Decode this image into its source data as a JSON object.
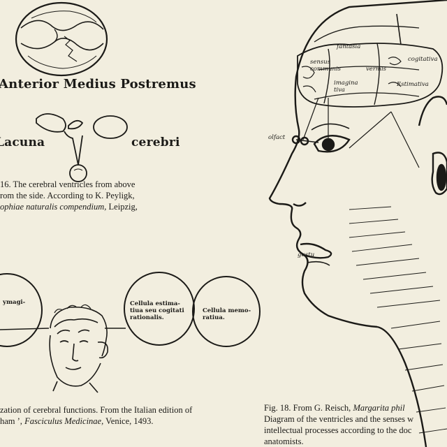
{
  "fig16": {
    "top_label": "Anterior Medius Postremus",
    "left_label": "Lacuna",
    "right_label": "cerebri",
    "caption": {
      "line1": "16.  The cerebral ventricles from above",
      "line2": "rom the side.  According to K. Peyligk,",
      "line3_italic": "ophiae  naturalis  compendium,",
      "line3_rest": " Leipzig,"
    }
  },
  "fig17": {
    "cells": {
      "left": "ymagi-",
      "middle": "Cellula estima-\ntiua seu cogitati\nrationalis.",
      "right": "Cellula memo-\nratiua."
    },
    "caption": {
      "line1": "zation of cerebral functions.  From the Italian edition of",
      "line2_pre": "ham ’, ",
      "line2_italic": "Fasciculus Medicinae,",
      "line2_rest": " Venice, 1493."
    }
  },
  "fig18": {
    "labels": {
      "fantasia": "fantasia",
      "cogitativa": "cogitativa",
      "sensus_communis": "sensus\ncommunis",
      "vermis": "vermis",
      "imaginativa": "imagina\ntiva",
      "estimativa": "Estimativa",
      "olfactus": "olfact",
      "gustus": "gustu"
    },
    "caption": {
      "line1_pre": "Fig. 18.  From G. Reisch, ",
      "line1_italic": "Margarita phil",
      "line2": "Diagram of the ventricles and the senses w",
      "line3": "intellectual processes according to the doc",
      "line4": "anatomists."
    }
  },
  "colors": {
    "paper": "#f2eedf",
    "ink": "#1b1a17"
  }
}
